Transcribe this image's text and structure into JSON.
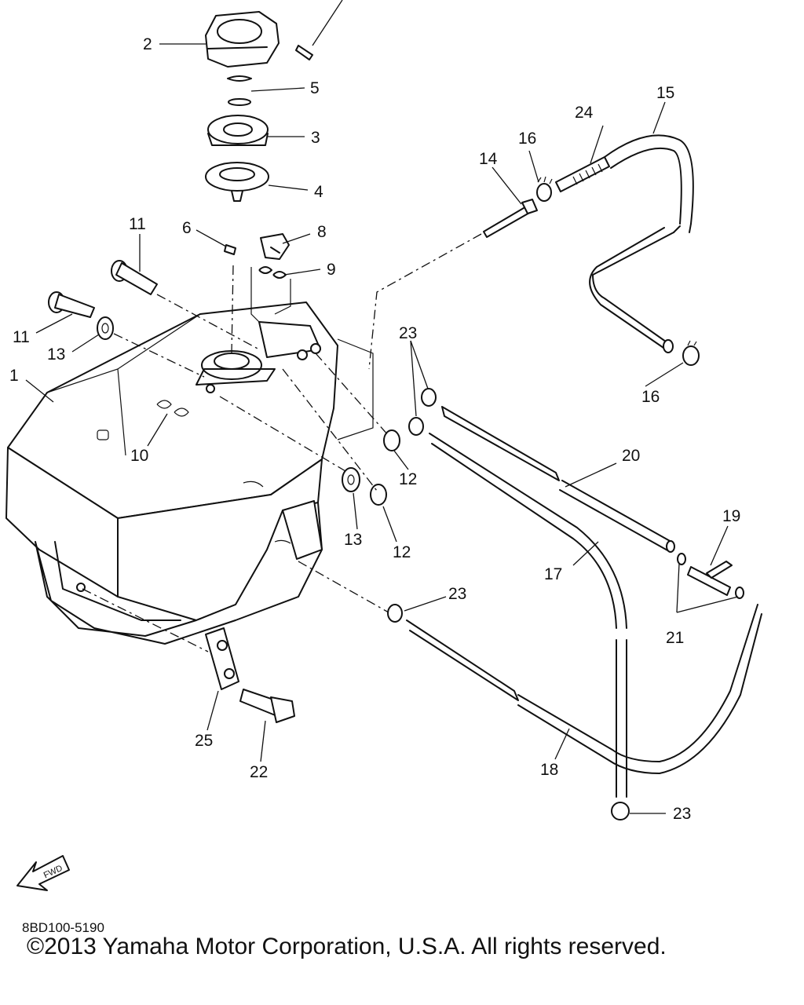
{
  "diagram": {
    "callouts": [
      {
        "id": "c1",
        "text": "1"
      },
      {
        "id": "c2",
        "text": "2"
      },
      {
        "id": "c3",
        "text": "3"
      },
      {
        "id": "c4",
        "text": "4"
      },
      {
        "id": "c5",
        "text": "5"
      },
      {
        "id": "c6",
        "text": "6"
      },
      {
        "id": "c8",
        "text": "8"
      },
      {
        "id": "c9",
        "text": "9"
      },
      {
        "id": "c10",
        "text": "10"
      },
      {
        "id": "c11a",
        "text": "11"
      },
      {
        "id": "c11b",
        "text": "11"
      },
      {
        "id": "c12a",
        "text": "12"
      },
      {
        "id": "c12b",
        "text": "12"
      },
      {
        "id": "c13a",
        "text": "13"
      },
      {
        "id": "c13b",
        "text": "13"
      },
      {
        "id": "c14",
        "text": "14"
      },
      {
        "id": "c15",
        "text": "15"
      },
      {
        "id": "c16a",
        "text": "16"
      },
      {
        "id": "c16b",
        "text": "16"
      },
      {
        "id": "c17",
        "text": "17"
      },
      {
        "id": "c18",
        "text": "18"
      },
      {
        "id": "c19",
        "text": "19"
      },
      {
        "id": "c20",
        "text": "20"
      },
      {
        "id": "c21",
        "text": "21"
      },
      {
        "id": "c22",
        "text": "22"
      },
      {
        "id": "c23a",
        "text": "23"
      },
      {
        "id": "c23b",
        "text": "23"
      },
      {
        "id": "c23c",
        "text": "23"
      },
      {
        "id": "c24",
        "text": "24"
      },
      {
        "id": "c25",
        "text": "25"
      }
    ],
    "fwd_label": "FWD"
  },
  "footer": {
    "code": "8BD100-5190",
    "copyright": "©2013 Yamaha Motor Corporation, U.S.A. All rights reserved."
  }
}
